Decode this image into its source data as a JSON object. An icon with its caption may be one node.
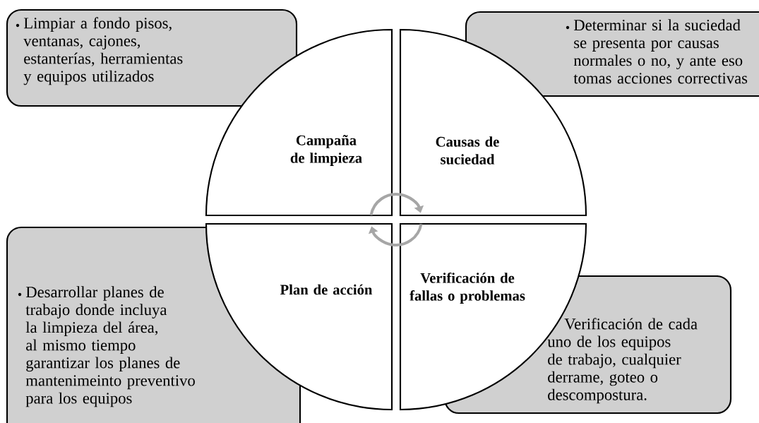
{
  "diagram": {
    "nodes": [
      {
        "text": [
          "Limpiar a fondo pisos, ventanas, cajones, estanterías, herramientas y equipos utilizados"
        ]
      },
      {
        "text": [
          "Determinar si la suciedad se presenta por causas normales o no, y ante eso tomas acciones correctivas"
        ]
      },
      {
        "text": [
          "Campaña de limpieza"
        ]
      },
      {
        "text": [
          "Causas de suciedad"
        ]
      },
      {
        "text": [
          "Desarrollar planes de trabajo donde incluya la limpieza del área, al mismo tiempo garantizar los planes de mantenimeinto preventivo para los equipos"
        ]
      },
      {
        "text": [
          "Plan de acción"
        ]
      },
      {
        "text": [
          "Verificación de fallas o problemas"
        ]
      },
      {
        "text": [
          "Verificación de cada uno de los equipos de trabajo, cualquier derrame, goteo o descompostura."
        ]
      }
    ],
    "edges": [
      {
        "from": 2,
        "to": 3,
        "arrow": "to"
      },
      {
        "from": 6,
        "to": 5,
        "arrow": "to"
      }
    ]
  }
}
